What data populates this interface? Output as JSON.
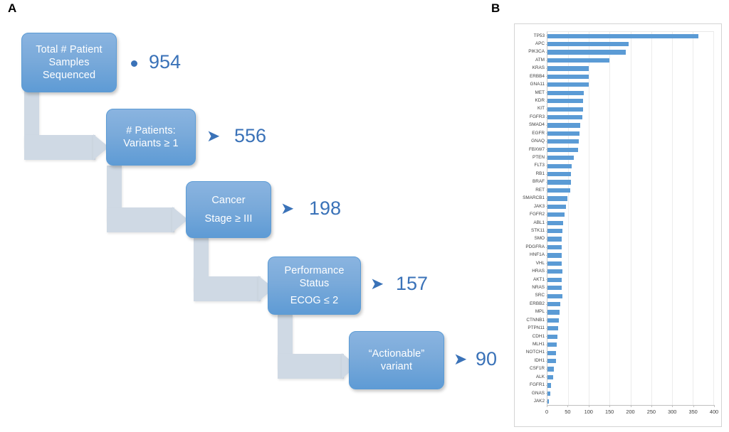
{
  "figure": {
    "panel_a_letter": "A",
    "panel_b_letter": "B"
  },
  "flow": {
    "steps": [
      {
        "id": "total-samples",
        "lines": [
          "Total # Patient",
          "Samples",
          "Sequenced"
        ],
        "count": "954",
        "marker": "bullet"
      },
      {
        "id": "patients-variants",
        "lines": [
          "# Patients:",
          "Variants ≥ 1"
        ],
        "count": "556",
        "marker": "arrowhead"
      },
      {
        "id": "cancer-stage",
        "lines": [
          "Cancer",
          "Stage ≥ III"
        ],
        "count": "198",
        "marker": "arrowhead"
      },
      {
        "id": "performance-status",
        "lines": [
          "Performance",
          "Status",
          "ECOG ≤ 2"
        ],
        "count": "157",
        "marker": "arrowhead"
      },
      {
        "id": "actionable-variant",
        "lines": [
          "“Actionable”",
          "variant"
        ],
        "count": "90",
        "marker": "arrowhead"
      }
    ],
    "colors": {
      "box_fill": "#5b9bd5",
      "count_text": "#3a72b8",
      "connector": "#cfd9e4"
    }
  },
  "chart_data": {
    "type": "bar",
    "orientation": "horizontal",
    "title": "",
    "xlabel": "",
    "ylabel": "",
    "xlim": [
      0,
      400
    ],
    "xticks": [
      0,
      50,
      100,
      150,
      200,
      250,
      300,
      350,
      400
    ],
    "grid": true,
    "legend": false,
    "bar_color": "#5b9bd5",
    "categories": [
      "TP53",
      "APC",
      "PIK3CA",
      "ATM",
      "KRAS",
      "ERBB4",
      "GNA11",
      "MET",
      "KDR",
      "KIT",
      "FGFR3",
      "SMAD4",
      "EGFR",
      "GNAQ",
      "FBXW7",
      "PTEN",
      "FLT3",
      "RB1",
      "BRAF",
      "RET",
      "SMARCB1",
      "JAK3",
      "FGFR2",
      "ABL1",
      "STK11",
      "SMO",
      "PDGFRA",
      "HNF1A",
      "VHL",
      "HRAS",
      "AKT1",
      "NRAS",
      "SRC",
      "ERBB2",
      "MPL",
      "CTNNB1",
      "PTPN11",
      "CDH1",
      "MLH1",
      "NOTCH1",
      "IDH1",
      "CSF1R",
      "ALK",
      "FGFR1",
      "GNAS",
      "JAK2"
    ],
    "values": [
      364,
      196,
      188,
      150,
      100,
      99,
      99,
      88,
      86,
      85,
      84,
      79,
      78,
      75,
      73,
      64,
      58,
      56,
      57,
      55,
      48,
      45,
      41,
      37,
      36,
      34,
      34,
      35,
      34,
      36,
      35,
      34,
      36,
      31,
      30,
      28,
      26,
      24,
      22,
      20,
      20,
      16,
      13,
      8,
      7,
      4
    ]
  }
}
